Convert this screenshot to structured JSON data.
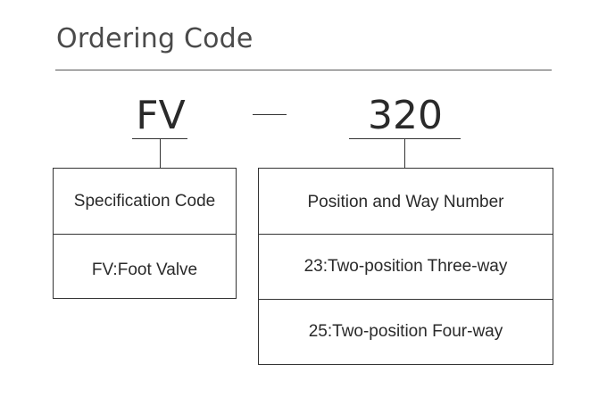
{
  "title": "Ordering Code",
  "code": {
    "part1": "FV",
    "part2": "320"
  },
  "spec_box": {
    "header": "Specification Code",
    "items": [
      "FV:Foot Valve"
    ]
  },
  "position_box": {
    "header": "Position and Way Number",
    "items": [
      "23:Two-position Three-way",
      "25:Two-position Four-way"
    ]
  }
}
